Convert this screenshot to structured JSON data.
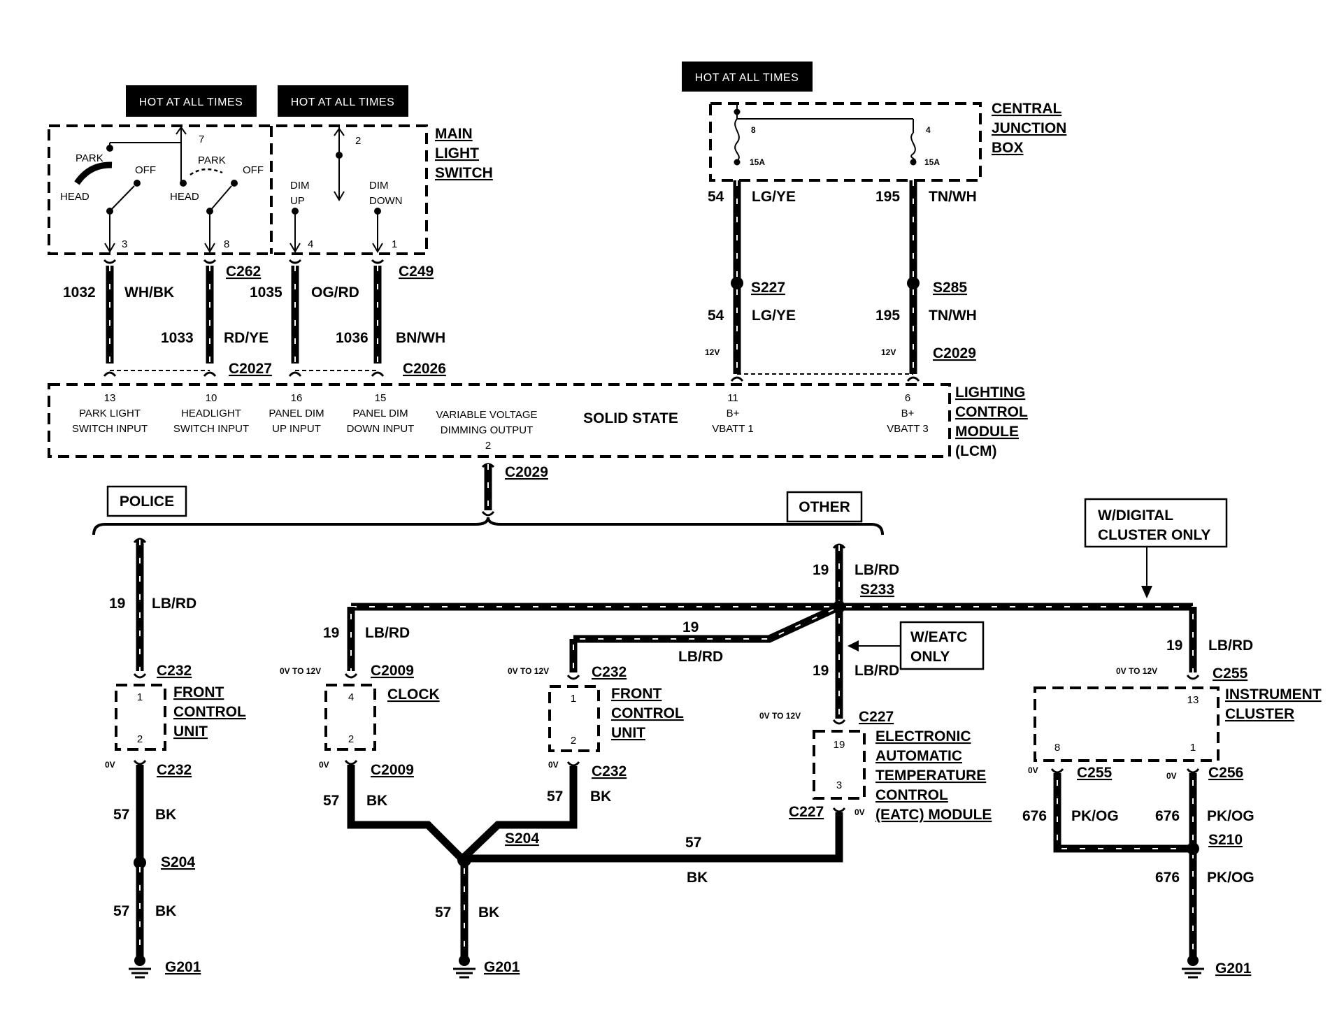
{
  "hot_labels": [
    "HOT AT ALL TIMES",
    "HOT AT ALL TIMES",
    "HOT AT ALL TIMES"
  ],
  "main_switch": {
    "title": [
      "MAIN",
      "LIGHT",
      "SWITCH"
    ],
    "park": "PARK",
    "off": "OFF",
    "head": "HEAD",
    "dim_up": [
      "DIM",
      "UP"
    ],
    "dim_down": [
      "DIM",
      "DOWN"
    ],
    "pins": {
      "p7": "7",
      "p3": "3",
      "p8": "8",
      "p2": "2",
      "p4": "4",
      "p1": "1"
    }
  },
  "upper_wires": {
    "w1032": "1032",
    "c_whbk": "WH/BK",
    "w1033": "1033",
    "c_rdye": "RD/YE",
    "w1035": "1035",
    "c_ogrd": "OG/RD",
    "w1036": "1036",
    "c_bnwh": "BN/WH",
    "c262": "C262",
    "c2027": "C2027",
    "c249": "C249",
    "c2026": "C2026"
  },
  "cjb": {
    "title": [
      "CENTRAL",
      "JUNCTION",
      "BOX"
    ],
    "fuse_a": {
      "num": "8",
      "amp": "15A"
    },
    "fuse_b": {
      "num": "4",
      "amp": "15A"
    },
    "w54": "54",
    "c_lgye": "LG/YE",
    "w195": "195",
    "c_tnwh": "TN/WH",
    "s227": "S227",
    "s285": "S285",
    "v12": "12V",
    "c2029": "C2029"
  },
  "lcm": {
    "title": [
      "LIGHTING",
      "CONTROL",
      "MODULE",
      "(LCM)"
    ],
    "solid_state": "SOLID STATE",
    "pins": [
      {
        "num": "13",
        "line1": "PARK LIGHT",
        "line2": "SWITCH INPUT"
      },
      {
        "num": "10",
        "line1": "HEADLIGHT",
        "line2": "SWITCH INPUT"
      },
      {
        "num": "16",
        "line1": "PANEL DIM",
        "line2": "UP INPUT"
      },
      {
        "num": "15",
        "line1": "PANEL DIM",
        "line2": "DOWN INPUT"
      },
      {
        "num": "2",
        "line1": "VARIABLE VOLTAGE",
        "line2": "DIMMING OUTPUT"
      },
      {
        "num": "11",
        "line1": "B+",
        "line2": "VBATT 1"
      },
      {
        "num": "6",
        "line1": "B+",
        "line2": "VBATT 3"
      }
    ]
  },
  "lcm_out_connector": "C2029",
  "police": "POLICE",
  "other": "OTHER",
  "digital_only": [
    "W/DIGITAL",
    "CLUSTER ONLY"
  ],
  "eatc_only": [
    "W/EATC",
    "ONLY"
  ],
  "lower": {
    "w19": "19",
    "c_lbrd": "LB/RD",
    "w57": "57",
    "c_bk": "BK",
    "w676": "676",
    "c_pkog": "PK/OG",
    "s233": "S233",
    "s204": "S204",
    "s210": "S210",
    "g201": "G201",
    "v0": "0V",
    "v0to12": "0V TO 12V",
    "c232": "C232",
    "c2009": "C2009",
    "c227": "C227",
    "c255": "C255",
    "c256": "C256",
    "front_control_unit": [
      "FRONT",
      "CONTROL",
      "UNIT"
    ],
    "clock": "CLOCK",
    "eatc": [
      "ELECTRONIC",
      "AUTOMATIC",
      "TEMPERATURE",
      "CONTROL",
      "(EATC) MODULE"
    ],
    "instrument_cluster": [
      "INSTRUMENT",
      "CLUSTER"
    ],
    "pin1": "1",
    "pin2": "2",
    "pin3": "3",
    "pin4": "4",
    "pin8": "8",
    "pin13": "13",
    "pin19": "19"
  }
}
